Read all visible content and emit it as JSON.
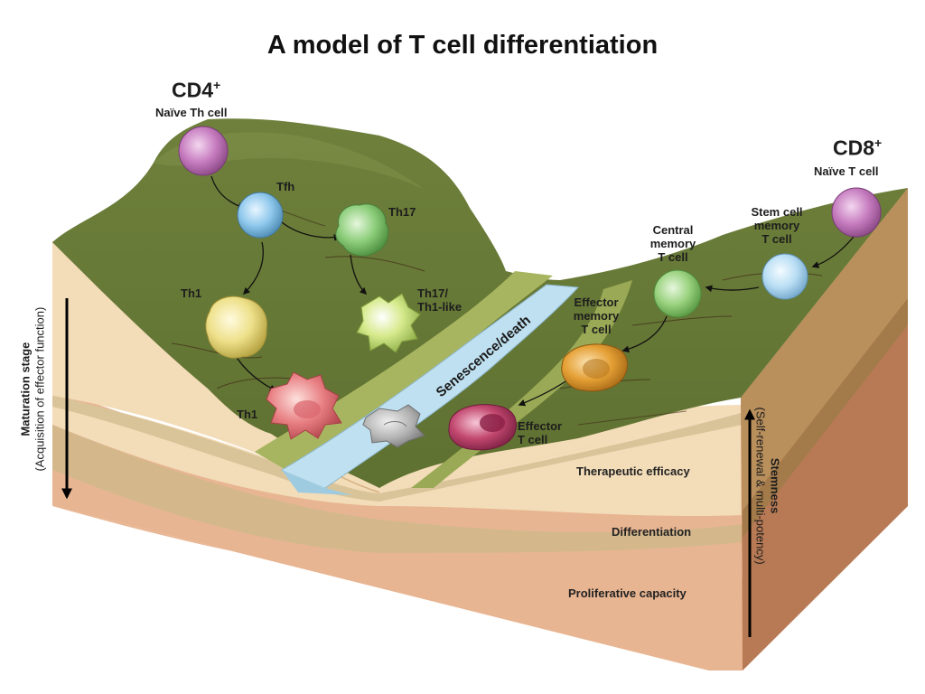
{
  "title": "A model of T cell differentiation",
  "cd4": {
    "header": "CD4",
    "sup": "+",
    "naive": "Naïve Th cell",
    "cells": {
      "tfh": "Tfh",
      "th17": "Th17",
      "th1_upper": "Th1",
      "th17_th1_like_line1": "Th17/",
      "th17_th1_like_line2": "Th1-like",
      "th1_lower": "Th1"
    }
  },
  "cd8": {
    "header": "CD8",
    "sup": "+",
    "naive": "Naïve T cell",
    "cells": {
      "stem_line1": "Stem cell",
      "stem_line2": "memory",
      "stem_line3": "T cell",
      "central_line1": "Central",
      "central_line2": "memory",
      "central_line3": "T cell",
      "effector_memory_line1": "Effector",
      "effector_memory_line2": "memory",
      "effector_memory_line3": "T cell",
      "effector_line1": "Effector",
      "effector_line2": "T cell"
    }
  },
  "river": "Senescence/death",
  "layers": {
    "therapeutic": "Therapeutic efficacy",
    "differentiation": "Differentiation",
    "proliferative": "Proliferative capacity"
  },
  "left_axis": {
    "line1": "Maturation stage",
    "line2": "(Acquisition of effector function)"
  },
  "right_axis": {
    "line1": "Stemness",
    "line2": "(Self-renewal & multi-potency)"
  },
  "colors": {
    "grass": "#6b7d3a",
    "grass_dark": "#56662c",
    "river": "#bfe0f0",
    "bank": "#a8b560",
    "soil_top": "#f3dcb8",
    "soil_mid": "#d4b88c",
    "soil_low": "#e8b592",
    "naive": "#c77dc0",
    "tfh": "#8fc8ec",
    "th17": "#8ccd7a",
    "th1_upper": "#eee08a",
    "th17_th1_like": "#d6ea8c",
    "th1_effector": "#e87f83",
    "dead_cell": "#b3b3b3",
    "stem": "#b9def4",
    "central": "#9ad27f",
    "effector_memory": "#e5a035",
    "effector": "#c2476f"
  }
}
